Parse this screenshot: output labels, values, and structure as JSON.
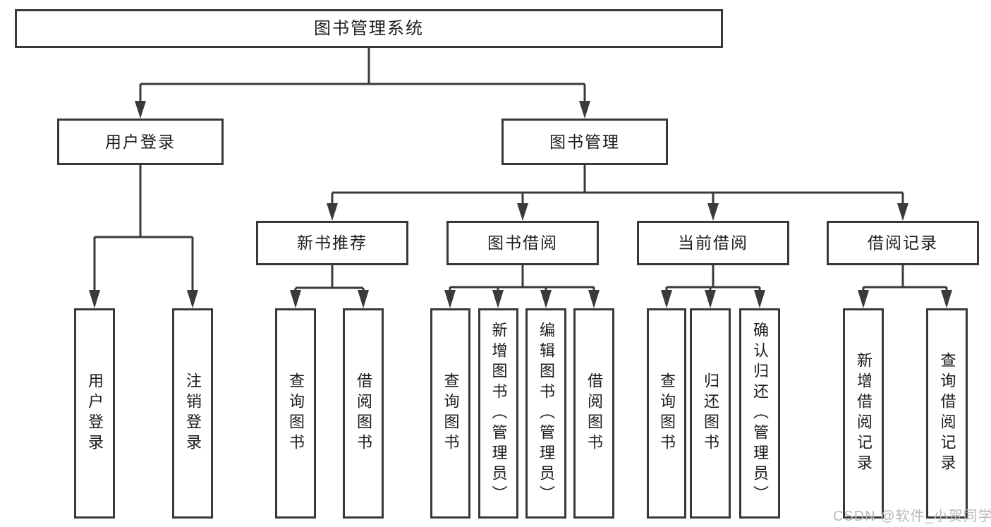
{
  "root": {
    "label": "图书管理系统"
  },
  "branches": [
    {
      "label": "用户登录"
    },
    {
      "label": "图书管理"
    }
  ],
  "modules": [
    {
      "label": "新书推荐"
    },
    {
      "label": "图书借阅"
    },
    {
      "label": "当前借阅"
    },
    {
      "label": "借阅记录"
    }
  ],
  "leaves": [
    {
      "label": "用户登录"
    },
    {
      "label": "注销登录"
    },
    {
      "label": "查询图书"
    },
    {
      "label": "借阅图书"
    },
    {
      "label": "查询图书"
    },
    {
      "label": "新增图书（管理员）"
    },
    {
      "label": "编辑图书（管理员）"
    },
    {
      "label": "借阅图书"
    },
    {
      "label": "查询图书"
    },
    {
      "label": "归还图书"
    },
    {
      "label": "确认归还（管理员）"
    },
    {
      "label": "新增借阅记录"
    },
    {
      "label": "查询借阅记录"
    }
  ],
  "watermark": "CSDN @软件_小贺同学",
  "colors": {
    "line": "#3a3a3a",
    "text": "#1c1c1c",
    "watermark": "#b9b9b9",
    "background": "#ffffff"
  }
}
